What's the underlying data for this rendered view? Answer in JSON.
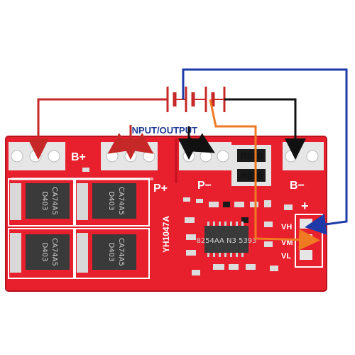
{
  "labels": {
    "input_output": "INPUT/OUTPUT",
    "b_plus": "B+",
    "p_plus": "P+",
    "p_minus": "P−",
    "b_minus": "B−",
    "plus_sign": "+",
    "vh": "VH",
    "vm": "VM",
    "vl": "VL",
    "model": "YH1047A",
    "ic_marking": "8254AA N3 5393"
  },
  "mosfets": [
    {
      "name": "mosfet-top-left",
      "line1": "D403",
      "line2": "CA74A5"
    },
    {
      "name": "mosfet-top-right",
      "line1": "D403",
      "line2": "CA74A5"
    },
    {
      "name": "mosfet-bottom-left",
      "line1": "D403",
      "line2": "CA74A5"
    },
    {
      "name": "mosfet-bottom-right",
      "line1": "D403",
      "line2": "CA74A5"
    }
  ],
  "resistors": [
    {
      "name": "resistor-top",
      "label": "R010"
    },
    {
      "name": "resistor-bottom",
      "label": "R010"
    }
  ],
  "colors": {
    "pcb": "#e8202e",
    "pcb_dark": "#c41420",
    "wire_red": "#c62828",
    "wire_black": "#111111",
    "wire_blue": "#1e3aa8",
    "wire_orange": "#f07a22",
    "label_blue": "#1f3a93",
    "pad": "#e6e6e6"
  }
}
